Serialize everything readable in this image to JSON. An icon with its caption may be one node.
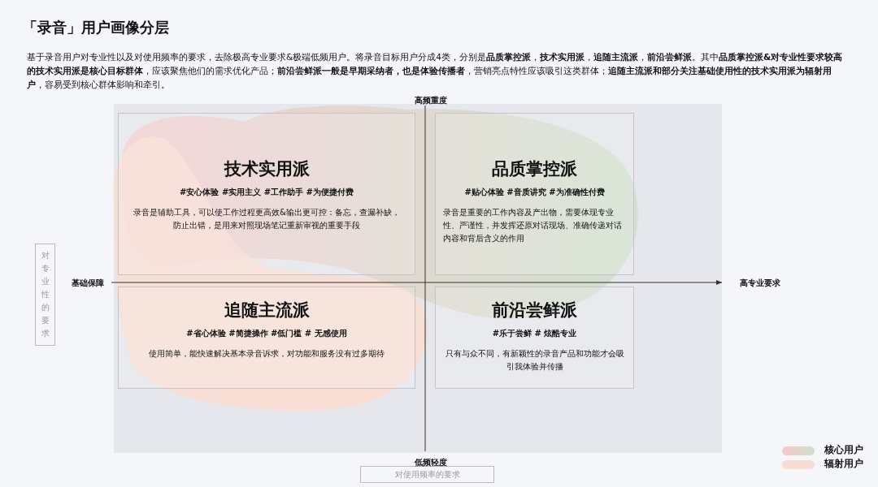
{
  "diagram": {
    "title": "「录音」用户画像分层",
    "nodes": [
      {
        "text": [
          "技术实用派",
          "#安心体验  #实用主义  #工作助手  #为便捷付费",
          "录音是辅助工具，可以使工作过程更高效&输出更可控：备忘，查漏补缺，防止出错，是用来对照现场笔记重新审视的重要手段"
        ]
      },
      {
        "text": [
          "品质掌控派",
          "#贴心体验   #音质讲究  #为准确性付费",
          "录音是重要的工作内容及产出物，需要体现专业性、严谨性，并发挥还原对话现场、准确传递对话内容和背后含义的作用"
        ]
      },
      {
        "text": [
          "追随主流派",
          "#省心体验  #简捷操作  #低门槛   # 无感使用",
          "使用简单，能快速解决基本录音诉求，对功能和服务没有过多期待"
        ]
      },
      {
        "text": [
          "前沿尝鲜派",
          "#乐于尝鲜  #  炫酷专业",
          "只有与众不同，有新颖性的录音产品和功能才会吸引我体验并传播"
        ]
      },
      {
        "text": [
          "对专业性的要求"
        ]
      },
      {
        "text": [
          "对使用频率的要求"
        ]
      }
    ],
    "labels": [
      "基于录音用户对专业性以及对使用频率的要求，去除极高专业要求&极端低频用户。将录音目标用户分成4类，分别是**品质掌控派**，**技术实用派**，**追随主流派**，**前沿尝鲜派**。其中**品质掌控派&对专业性要求较高的技术实用派是核心目标群体**，应该聚焦他们的需求优化产品；**前沿尝鲜派一般是早期采纳者，也是体验传播者**，营销亮点特性应该吸引这类群体；**追随主流派和部分关注基础使用性的技术实用派为辐射用户**，容易受到核心群体影响和牵引。",
      "高频重度",
      "基础保障",
      "高专业要求",
      "低频轻度"
    ],
    "legend": [
      {
        "text": "核心用户",
        "color": "#cde0c9"
      },
      {
        "text": "辐射用户",
        "color": "#f9ddd2"
      }
    ]
  }
}
